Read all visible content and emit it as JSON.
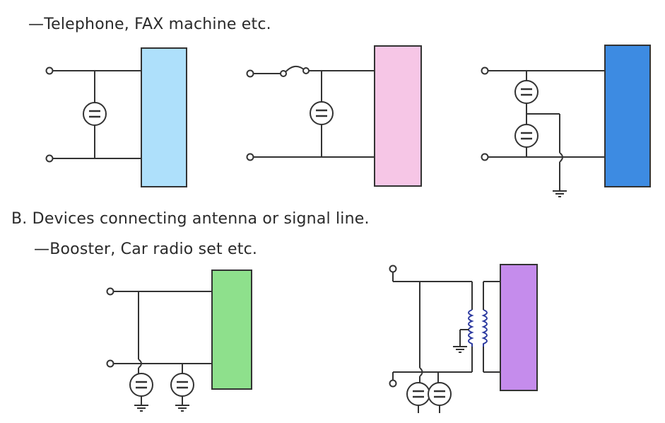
{
  "text": {
    "line1": "—Telephone, FAX machine etc.",
    "line2": "B. Devices connecting antenna or signal line.",
    "line3": "—Booster, Car radio set etc."
  },
  "colors": {
    "device_light_blue": "#aee0fb",
    "device_pink": "#f6c6e6",
    "device_blue": "#3d8be2",
    "device_green": "#8ee08c",
    "device_purple": "#c58cec",
    "wire": "#333333"
  },
  "icons": [
    "arrester-icon",
    "ground-icon",
    "terminal-icon",
    "switch-icon",
    "coil-icon"
  ]
}
